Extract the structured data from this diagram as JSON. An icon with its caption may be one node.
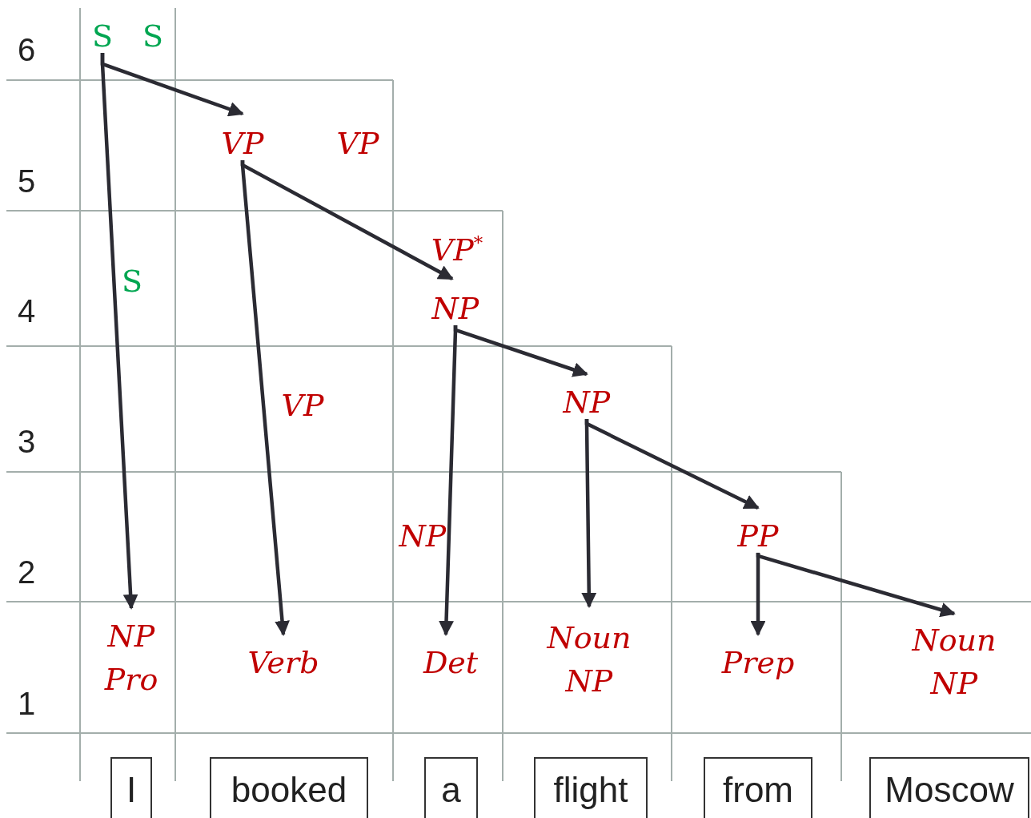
{
  "diagram": {
    "nodes": [
      {
        "text": [
          "S"
        ]
      },
      {
        "text": [
          "S"
        ]
      },
      {
        "text": [
          "VP"
        ]
      },
      {
        "text": [
          "VP"
        ]
      },
      {
        "text": [
          "S"
        ]
      },
      {
        "text": [
          "VP$^{*}$"
        ]
      },
      {
        "text": [
          "NP"
        ]
      },
      {
        "text": [
          "VP"
        ]
      },
      {
        "text": [
          "NP"
        ]
      },
      {
        "text": [
          "NP"
        ]
      },
      {
        "text": [
          "PP"
        ]
      },
      {
        "text": [
          "NP",
          "Pro"
        ]
      },
      {
        "text": [
          "Verb"
        ]
      },
      {
        "text": [
          "Det"
        ]
      },
      {
        "text": [
          "Noun",
          "NP"
        ]
      },
      {
        "text": [
          "Prep"
        ]
      },
      {
        "text": [
          "Noun",
          "NP"
        ]
      },
      {
        "text": [
          "I"
        ]
      },
      {
        "text": [
          "booked"
        ]
      },
      {
        "text": [
          "a"
        ]
      },
      {
        "text": [
          "flight"
        ]
      },
      {
        "text": [
          "from"
        ]
      },
      {
        "text": [
          "Moscow"
        ]
      }
    ],
    "edges": [
      {
        "from": 0,
        "to": 2,
        "arrow": "to"
      },
      {
        "from": 0,
        "to": 11,
        "arrow": "to"
      },
      {
        "from": 2,
        "to": 6,
        "arrow": "to"
      },
      {
        "from": 2,
        "to": 12,
        "arrow": "to"
      },
      {
        "from": 6,
        "to": 13,
        "arrow": "to"
      },
      {
        "from": 6,
        "to": 8,
        "arrow": "to"
      },
      {
        "from": 8,
        "to": 14,
        "arrow": "to"
      },
      {
        "from": 8,
        "to": 10,
        "arrow": "to"
      },
      {
        "from": 10,
        "to": 15,
        "arrow": "to"
      },
      {
        "from": 10,
        "to": 16,
        "arrow": "to"
      }
    ],
    "labels": [
      "6",
      "5",
      "4",
      "3",
      "2",
      "1"
    ]
  }
}
